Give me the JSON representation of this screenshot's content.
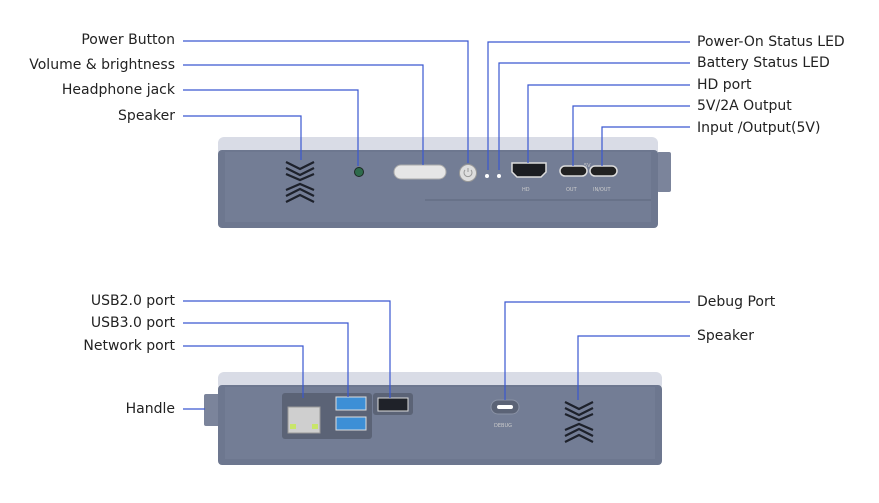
{
  "top_view": {
    "left_labels": [
      "Power Button",
      "Volume & brightness",
      "Headphone jack",
      "Speaker"
    ],
    "right_labels": [
      "Power-On Status LED",
      "Battery Status LED",
      "HD port",
      "5V/2A Output",
      "Input /Output(5V)"
    ],
    "port_markings": {
      "hd": "HD",
      "out": "OUT",
      "inout": "IN/OUT",
      "fivev": "5V"
    }
  },
  "bottom_view": {
    "left_labels": [
      "USB2.0 port",
      "USB3.0 port",
      "Network port",
      "Handle"
    ],
    "right_labels": [
      "Debug Port",
      "Speaker"
    ],
    "port_markings": {
      "debug": "DEBUG"
    }
  },
  "colors": {
    "leader": "#3a57d0",
    "body": "#6d778f",
    "top": "#d9dce6",
    "dark": "#3f4656"
  }
}
